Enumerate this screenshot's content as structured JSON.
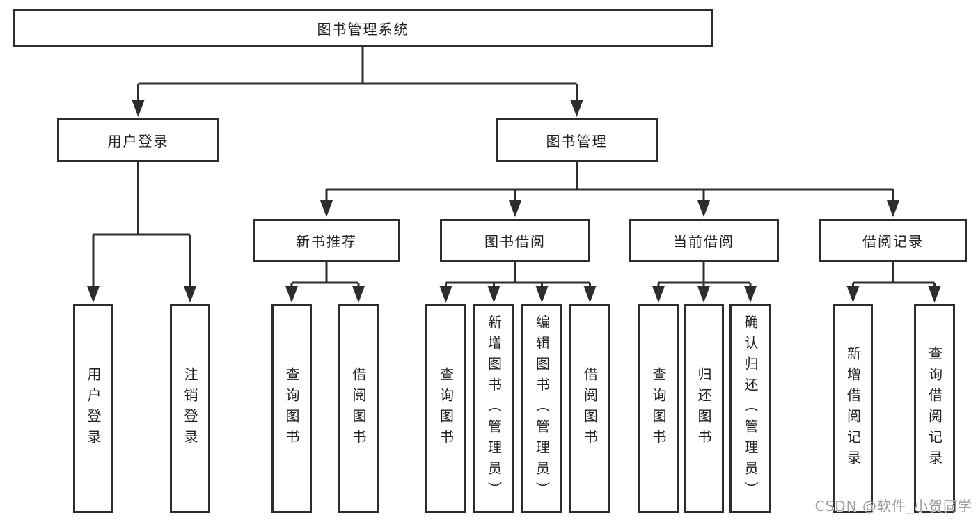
{
  "colors": {
    "line": "#2d2d2d",
    "box_border": "#2d2d2d",
    "box_fill": "#ffffff",
    "text": "#212121",
    "watermark": "#9c9c9c",
    "background": "#ffffff"
  },
  "nodes": {
    "root": {
      "label": "图书管理系统"
    },
    "user_login_group": {
      "label": "用户登录"
    },
    "book_mgmt_group": {
      "label": "图书管理"
    },
    "new_book_rec": {
      "label": "新书推荐"
    },
    "book_borrow": {
      "label": "图书借阅"
    },
    "current_borrow": {
      "label": "当前借阅"
    },
    "borrow_record": {
      "label": "借阅记录"
    },
    "leaf_user_login": {
      "label": "用户登录"
    },
    "leaf_logout": {
      "label": "注销登录"
    },
    "leaf_nbr_query_book": {
      "label": "查询图书"
    },
    "leaf_nbr_borrow_book": {
      "label": "借阅图书"
    },
    "leaf_bb_query_book": {
      "label": "查询图书"
    },
    "leaf_bb_add_book": {
      "label": "新增图书（管理员）"
    },
    "leaf_bb_edit_book": {
      "label": "编辑图书（管理员）"
    },
    "leaf_bb_borrow_book": {
      "label": "借阅图书"
    },
    "leaf_cb_query_book": {
      "label": "查询图书"
    },
    "leaf_cb_return_book": {
      "label": "归还图书"
    },
    "leaf_cb_confirm_return": {
      "label": "确认归还（管理员）"
    },
    "leaf_br_add_record": {
      "label": "新增借阅记录"
    },
    "leaf_br_query_record": {
      "label": "查询借阅记录"
    }
  },
  "hierarchy": {
    "图书管理系统": [
      "用户登录",
      "图书管理"
    ],
    "用户登录": [
      "用户登录",
      "注销登录"
    ],
    "图书管理": [
      "新书推荐",
      "图书借阅",
      "当前借阅",
      "借阅记录"
    ],
    "新书推荐": [
      "查询图书",
      "借阅图书"
    ],
    "图书借阅": [
      "查询图书",
      "新增图书（管理员）",
      "编辑图书（管理员）",
      "借阅图书"
    ],
    "当前借阅": [
      "查询图书",
      "归还图书",
      "确认归还（管理员）"
    ],
    "借阅记录": [
      "新增借阅记录",
      "查询借阅记录"
    ]
  },
  "watermark": {
    "text": "CSDN @软件_小贺同学"
  }
}
